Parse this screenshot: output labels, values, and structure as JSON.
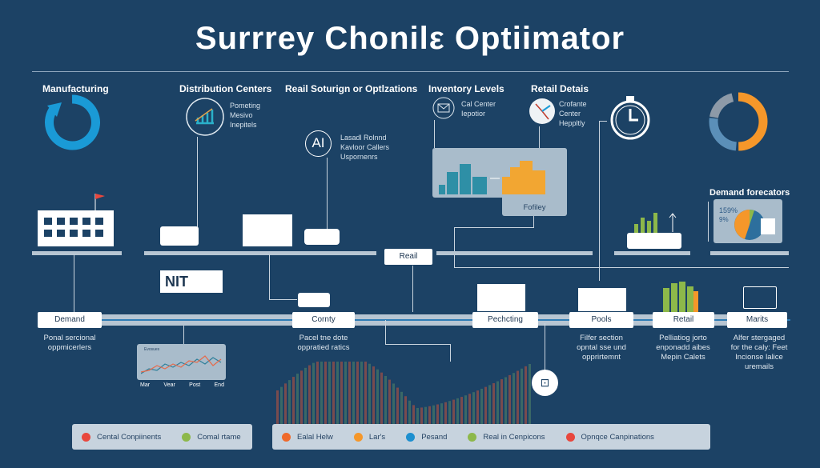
{
  "title": "Surrrey Chonilε Optiimator",
  "sections": {
    "manufacturing": "Manufacturing",
    "distribution": {
      "title": "Distribution Centers",
      "note": [
        "Pometing",
        "Mesivo",
        "Inepitels"
      ]
    },
    "retail_sourcing": {
      "title": "Reail Soturign or Optlzations",
      "ai": "AI",
      "note": [
        "Lasadl Rolnnd",
        "Kavloor Callers",
        "Uspornenrs"
      ]
    },
    "inventory": {
      "title": "Inventory Levels",
      "note": [
        "Cal Center",
        "Iepotior"
      ]
    },
    "retail_details": {
      "title": "Retail Detais",
      "note": [
        "Crofante",
        "Center",
        "Heppltly"
      ]
    },
    "policy_label": "Fofiley",
    "demand_forecast": {
      "title": "Demand forecators",
      "pct1": "159%",
      "pct2": "9%"
    }
  },
  "mid": {
    "real_box": "Reail",
    "nit_box": "NIT"
  },
  "flow": [
    {
      "label": "Demand",
      "desc": [
        "Ponal sercional",
        "oppmicerlers"
      ]
    },
    {
      "label": "Cornty",
      "desc": [
        "Pacel tne dote",
        "oppratied ratics"
      ]
    },
    {
      "label": "Pechcting",
      "desc": []
    },
    {
      "label": "Pools",
      "desc": [
        "Filfer section",
        "opntal sse und",
        "opprirtemnt"
      ]
    },
    {
      "label": "Retail",
      "desc": [
        "Pelliatiog jorto",
        "enponadd aibes",
        "Mepin Calets"
      ]
    },
    {
      "label": "Marits",
      "desc": [
        "Alfer stergaged",
        "for the caly: Feet",
        "Incionse lalice",
        "uremails"
      ]
    }
  ],
  "mini_chart": {
    "legend": "Evosues",
    "ticks": [
      "Mar",
      "Vear",
      "Post",
      "End"
    ],
    "series_a": [
      2,
      5,
      4,
      8,
      6,
      9,
      7,
      11,
      8,
      12,
      9
    ],
    "series_b": [
      3,
      4,
      7,
      5,
      8,
      6,
      10,
      9,
      13,
      7,
      11
    ]
  },
  "legend_left": [
    {
      "label": "Cental Conpiinents",
      "color": "#e8473d"
    },
    {
      "label": "Comal rtame",
      "color": "#8db84a"
    }
  ],
  "legend_right": [
    {
      "label": "Ealal Helw",
      "color": "#ef6a2b"
    },
    {
      "label": "Lar's",
      "color": "#f5972a"
    },
    {
      "label": "Pesand",
      "color": "#1d8fcf"
    },
    {
      "label": "Real in Cenpicons",
      "color": "#8db84a"
    },
    {
      "label": "Opnqce Canpinations",
      "color": "#e8473d"
    }
  ],
  "colors": {
    "bg": "#1c4265",
    "accent_blue": "#1a9ad6",
    "orange": "#f5972a",
    "green": "#8db84a"
  }
}
